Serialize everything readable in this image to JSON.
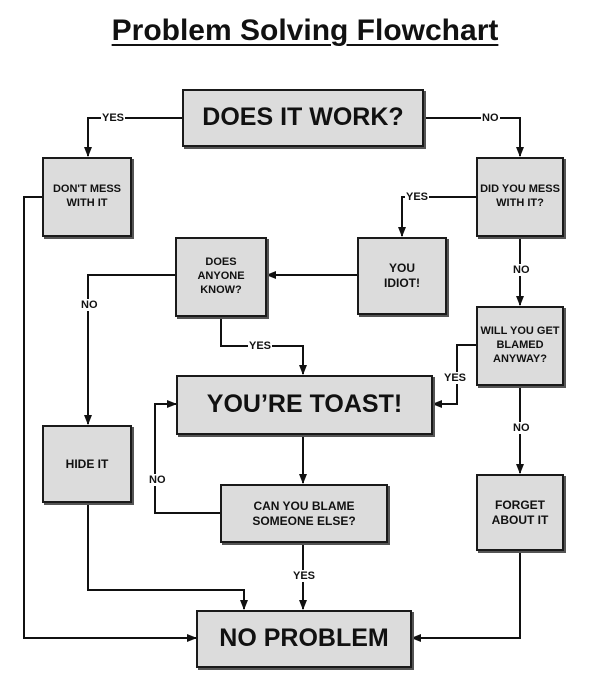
{
  "title": "Problem Solving Flowchart",
  "nodes": {
    "does_it_work": "DOES IT WORK?",
    "dont_mess": "DON'T MESS WITH IT",
    "did_you_mess": "DID YOU MESS WITH IT?",
    "you_idiot": "YOU IDIOT!",
    "does_anyone_know": "DOES ANYONE KNOW?",
    "blamed_anyway": "WILL YOU GET BLAMED ANYWAY?",
    "youre_toast": "YOU’RE TOAST!",
    "hide_it": "HIDE IT",
    "blame_someone": "CAN YOU BLAME SOMEONE ELSE?",
    "forget_it": "FORGET ABOUT IT",
    "no_problem": "NO PROBLEM"
  },
  "labels": {
    "yes": "YES",
    "no": "NO"
  }
}
